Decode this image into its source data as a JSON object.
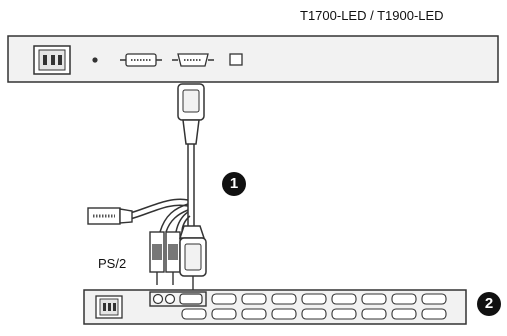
{
  "diagram": {
    "title": "T1700-LED / T1900-LED",
    "ps2_label": "PS/2",
    "callouts": [
      "1",
      "2"
    ],
    "colors": {
      "ink": "#111111",
      "panel_fill": "#f2f2f2",
      "outline": "#333333"
    },
    "icons": [
      "power-socket-icon",
      "dvi-port-icon",
      "vga-port-icon",
      "usb-port-icon"
    ]
  }
}
